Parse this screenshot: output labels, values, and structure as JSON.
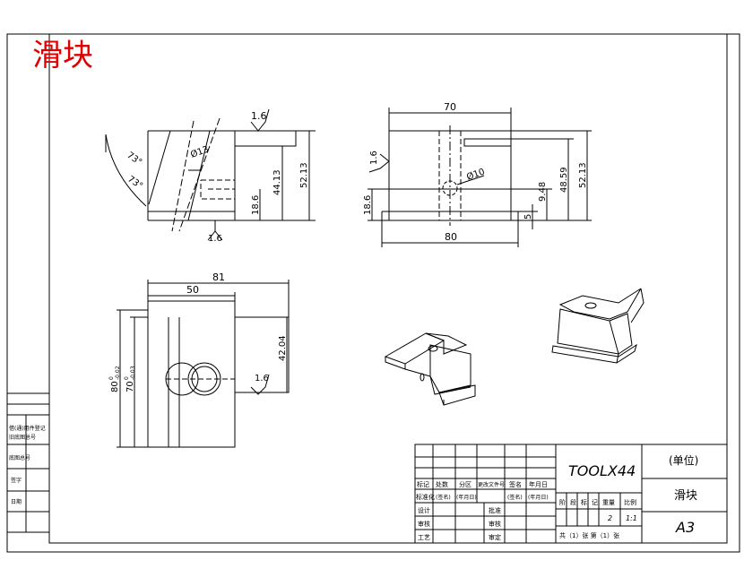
{
  "title": "滑块",
  "colors": {
    "title": "#e00000",
    "line": "#000000",
    "paper": "#ffffff"
  },
  "side_view": {
    "dims": [
      "1.6",
      "73°",
      "73°",
      "Ø13",
      "44.13",
      "52.13",
      "18.6",
      "1.6"
    ]
  },
  "front_view": {
    "dims": [
      "70",
      "1.6",
      "Ø10",
      "9.48",
      "48.59",
      "52.13",
      "18.6",
      "5",
      "80"
    ]
  },
  "top_view": {
    "dims": [
      "81",
      "50",
      "42.04",
      "1.6"
    ],
    "dim_80": {
      "base": "80",
      "tol_upper": "0",
      "tol_lower": "-0.02"
    },
    "dim_70": {
      "base": "70",
      "tol_upper": "0",
      "tol_lower": "-0.03"
    }
  },
  "left_strip": {
    "cells": [
      "借(通)用件登记",
      "旧底图总号",
      "底图总号",
      "签字",
      "日期"
    ]
  },
  "title_block": {
    "drawing_no": "TOOLX44",
    "unit": "(单位)",
    "part_name": "滑块",
    "sheet_size": "A3",
    "header": [
      "标记",
      "处数",
      "分区",
      "更改文件号",
      "签名",
      "年月日"
    ],
    "header2": [
      "(签名)",
      "(年月日)",
      "(签名)",
      "(年月日)"
    ],
    "roles": [
      "设计",
      "审核",
      "工艺"
    ],
    "roles2": [
      "标准化",
      "批准",
      "审核",
      "审定"
    ],
    "stage": [
      "阶",
      "段",
      "标",
      "记"
    ],
    "weight": "重量",
    "scale": "比例",
    "scale_values": [
      "2",
      "1:1"
    ],
    "sheets": "共（1）张  第（1）张"
  }
}
